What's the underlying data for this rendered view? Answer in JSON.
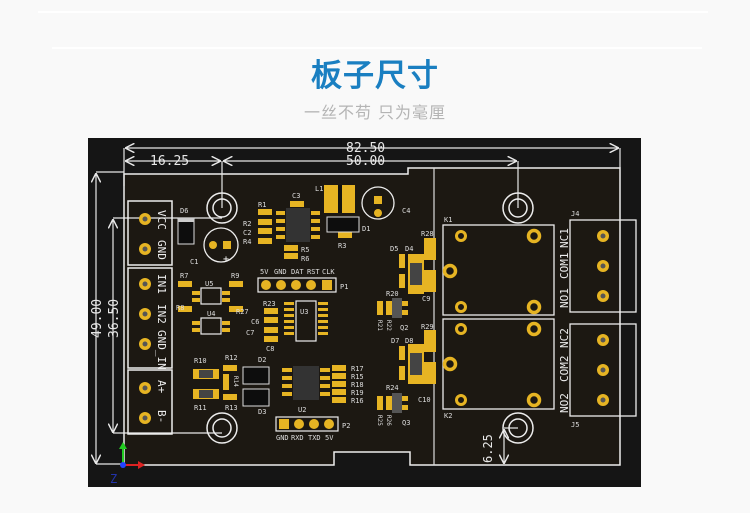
{
  "header": {
    "title": "板子尺寸",
    "subtitle": "一丝不苟  只为毫厘"
  },
  "colors": {
    "title": "#1a7fc1",
    "subtitle": "#b4b4b4",
    "pcb_background": "#151515",
    "pad": "#e6b423",
    "silkscreen": "#e8e8e8"
  },
  "dimensions": {
    "total_width": "82.50",
    "relay_offset": "50.00",
    "hole_offset": "16.25",
    "total_height": "49.00",
    "inner_height": "36.50",
    "bottom_hole_offset": "6.25"
  },
  "connectors": {
    "power": [
      "VCC",
      "GND"
    ],
    "inputs": [
      "IN1",
      "IN2",
      "GND_IN"
    ],
    "bus": [
      "A+",
      "B-"
    ],
    "relay1": [
      "NC1",
      "COM1",
      "NO1"
    ],
    "relay2": [
      "NC2",
      "COM2",
      "NO2"
    ],
    "p1_pins": [
      "5V",
      "GND",
      "DAT",
      "RST",
      "CLK"
    ],
    "p2_pins": [
      "GND",
      "RXD",
      "TXD",
      "5V"
    ]
  },
  "designators": {
    "d6": "D6",
    "c1": "C1",
    "r1": "R1",
    "r2": "R2",
    "c2": "C2",
    "r4": "R4",
    "c3": "C3",
    "r5": "R5",
    "r6": "R6",
    "l1": "L1",
    "d1": "D1",
    "r3": "R3",
    "c4": "C4",
    "r7": "R7",
    "r9": "R9",
    "u5": "U5",
    "r8": "R8",
    "r27": "R27",
    "u4": "U4",
    "p1": "P1",
    "r23": "R23",
    "c6": "C6",
    "c7": "C7",
    "c8": "C8",
    "u3": "U3",
    "r10": "R10",
    "r11": "R11",
    "r12": "R12",
    "r14": "R14",
    "r13": "R13",
    "d2": "D2",
    "d3": "D3",
    "u2": "U2",
    "r17": "R17",
    "r15": "R15",
    "r18": "R18",
    "r19": "R19",
    "r16": "R16",
    "p2": "P2",
    "d5": "D5",
    "d4": "D4",
    "r28": "R28",
    "c9": "C9",
    "r20": "R20",
    "r21": "R21",
    "r22": "R22",
    "q2": "Q2",
    "d7": "D7",
    "d8": "D8",
    "r29": "R29",
    "c10": "C10",
    "r24": "R24",
    "r25": "R25",
    "r26": "R26",
    "q3": "Q3",
    "k1": "K1",
    "k2": "K2",
    "j4": "J4",
    "j5": "J5"
  },
  "axis": {
    "z_label": "Z"
  }
}
